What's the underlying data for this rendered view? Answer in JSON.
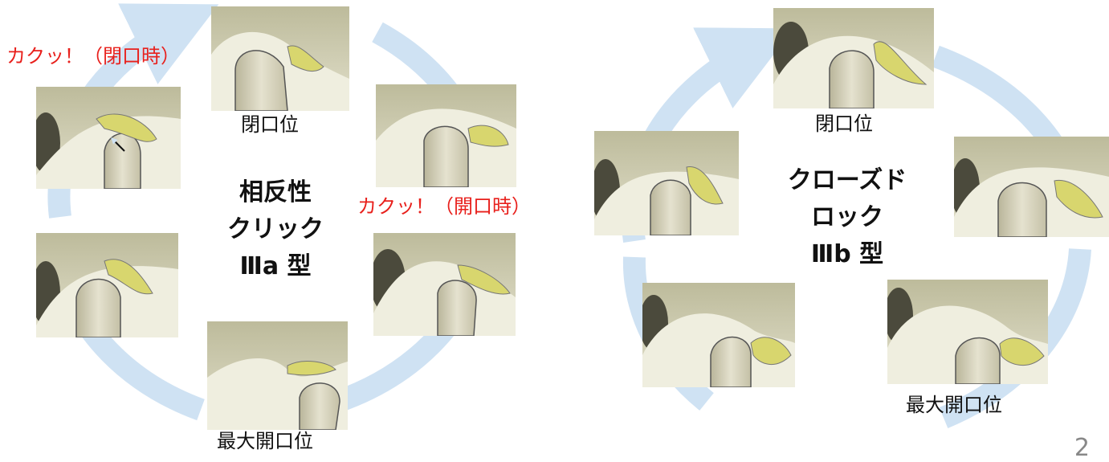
{
  "left": {
    "title_lines": [
      "相反性",
      "クリック",
      "Ⅲa 型"
    ],
    "label_top": "閉口位",
    "label_bottom": "最大開口位",
    "click_closing": "カクッ！（閉口時）",
    "click_opening": "カクッ！（開口時）"
  },
  "right": {
    "title_lines": [
      "クローズド",
      "ロック",
      "Ⅲb 型"
    ],
    "label_top": "閉口位",
    "label_bottom": "最大開口位"
  },
  "page_number": "2",
  "colors": {
    "arrow": "#cfe2f3",
    "disc": "#d8d66e",
    "bone": "#d9d6bf",
    "label_red": "#e8201c"
  }
}
